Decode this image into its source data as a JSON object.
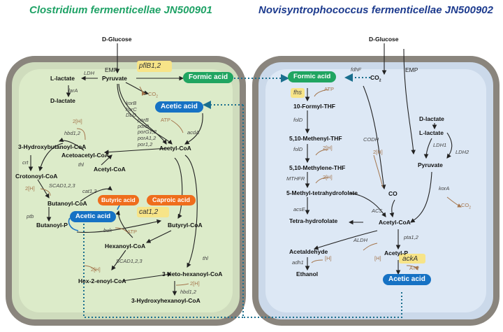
{
  "titles": {
    "left": "Clostridium fermenticellae JN500901",
    "right": "Novisyntrophococcus fermenticellae JN500902"
  },
  "left": {
    "d_glucose": "D-Glucose",
    "emp": "EMP",
    "pyruvate": "Pyruvate",
    "l_lactate": "L-lactate",
    "d_lactate": "D-lactate",
    "ldh": "LDH",
    "lara": "larA",
    "pflb": "pflB1,2",
    "formic_acid": "Formic acid",
    "co2": "CO",
    "co2_sub": "2",
    "kor": "korB\nkorC\nDLD",
    "por": "porB\nporD\nporG1,2\nporA1,2\npor1,2",
    "acetic_acid_top": "Acetic acid",
    "atp_1": "ATP",
    "acda": "acdA",
    "h2_1": "2[H]",
    "hbd": "hbd1,2",
    "hydroxybutanoyl": "3-Hydroxybutanoyl-CoA",
    "acetoacetyl": "Acetoacetyl-CoA",
    "crt_1": "crt",
    "thl_1": "thl",
    "acetyl_coa": "Acetyl-CoA",
    "acetyl_coa_2": "Acetyl-CoA",
    "crotonoyl": "Crotonoyl-CoA",
    "h2_2": "2[H]",
    "scad_1": "SCAD1,2,3",
    "cat_1": "cat1,2",
    "butanoyl_coa": "Butanoyl-CoA",
    "butyric_acid": "Butyric acid",
    "caproic_acid": "Caproic acid",
    "cat_2": "cat1,2",
    "ptb": "ptb",
    "butanoyl_p": "Butanoyl-P",
    "acetic_acid_mid": "Acetic acid",
    "buk": "buk",
    "atp_2": "ATP",
    "butyryl_coa": "Butyryl-CoA",
    "hexanoyl_coa": "Hexanoyl-CoA",
    "h2_3": "2[H]",
    "scad_2": "SCAD1,2,3",
    "thl_2": "thl",
    "hex2enoyl": "Hex-2-enoyl-CoA",
    "keto_hexanoyl": "3-Keto-hexanoyl-CoA",
    "h2_4": "2[H]",
    "hbd_2": "hbd1,2",
    "hydroxyhexanoyl": "3-Hydroxyhexanoyl-CoA"
  },
  "right": {
    "d_glucose": "D-Glucose",
    "emp": "EMP",
    "formic_acid": "Formic acid",
    "fdhf": "fdhF",
    "co2": "CO",
    "co2_sub": "2",
    "fhs": "fhs",
    "atp_1": "ATP",
    "formyl_thf": "10-Formyl-THF",
    "fold_1": "folD",
    "methenyl_thf": "5,10-Methenyl-THF",
    "fold_2": "folD",
    "h2_1": "2[H]",
    "methylene_thf": "5,10-Methylene-THF",
    "mthfr": "MTHFR",
    "h2_2": "2[H]",
    "methyl_thf": "5-Methyl-tetrahydrofolate",
    "acse": "acsE",
    "codh": "CODH",
    "h2_3": "2[H]",
    "co": "CO",
    "acs": "ACS",
    "tetra_hydrofolate": "Tetra-hydrofolate",
    "acetyl_coa": "Acetyl-CoA",
    "d_lactate": "D-lactate",
    "l_lactate": "L-lactate",
    "ldh1": "LDH1",
    "ldh2": "LDH2",
    "pyruvate": "Pyruvate",
    "kora": "korA",
    "co2_b": "CO",
    "co2_b_sub": "2",
    "aldh": "ALDH",
    "h_1": "[H]",
    "acetaldehyde": "Acetaldehyde",
    "adh": "adh1",
    "h_2": "[H]",
    "ethanol": "Ethanol",
    "pta": "pta1,2",
    "acetyl_p": "Acetyl-P",
    "acka": "ackA",
    "atp_2": "ATP",
    "acetic_acid": "Acetic acid"
  },
  "colors": {
    "green": "#20a561",
    "blue": "#1672c4",
    "orange": "#ef6d1c",
    "title_left": "#1fa266",
    "title_right": "#1d3b8e",
    "highlight": "#f7e488",
    "dotted_link": "#1a6f8e"
  }
}
